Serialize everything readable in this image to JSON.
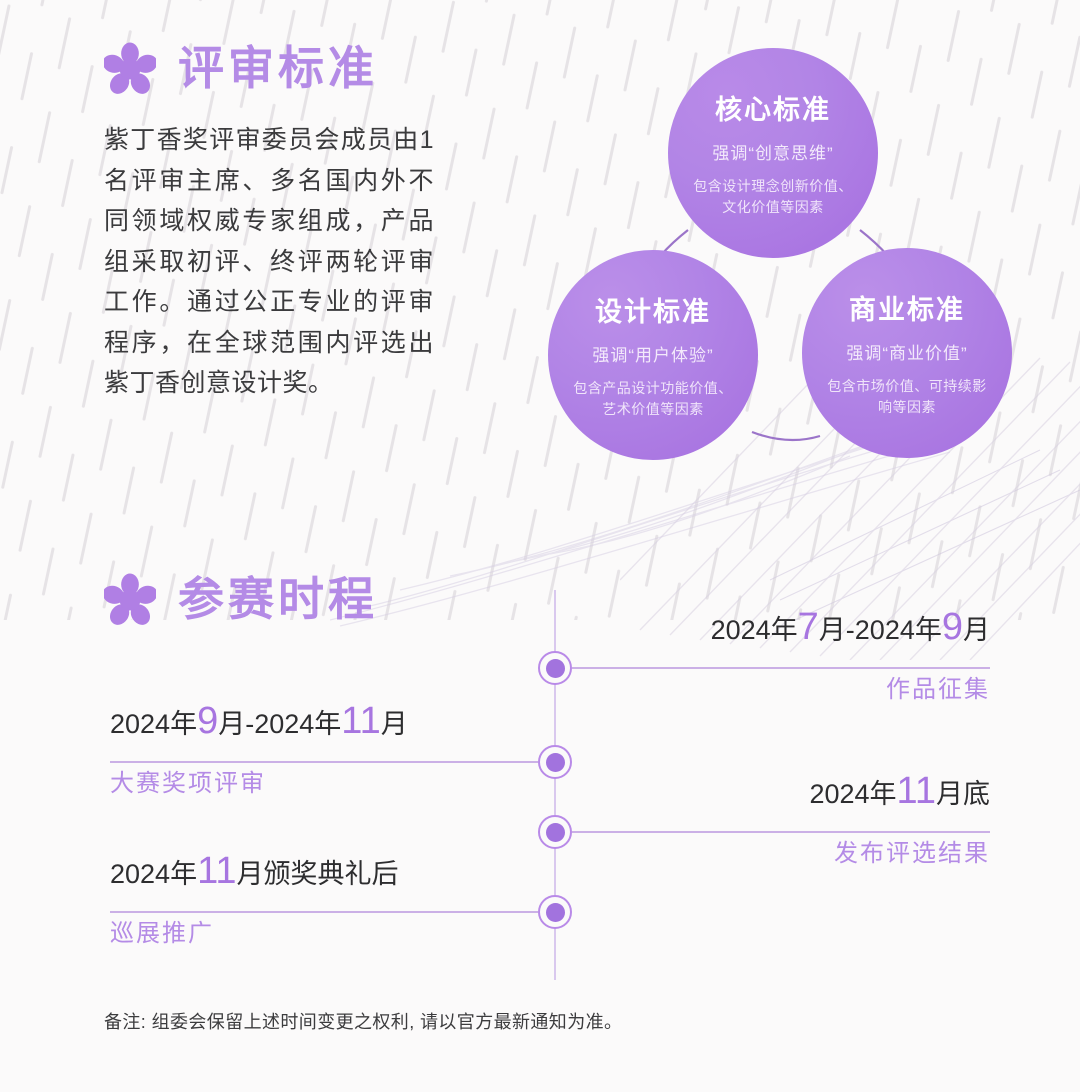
{
  "page": {
    "background_color": "#fbfafa",
    "accent_purple": "#b48be6",
    "deep_purple": "#a273de",
    "text_color": "#3b3b3d"
  },
  "sections": {
    "criteria": {
      "icon": "flower-icon",
      "title": "评审标准",
      "paragraph": "紫丁香奖评审委员会成员由1名评审主席、多名国内外不同领域权威专家组成，产品组采取初评、终评两轮评审工作。通过公正专业的评审程序，在全球范围内评选出紫丁香创意设计奖。"
    },
    "schedule": {
      "icon": "flower-icon",
      "title": "参赛时程"
    }
  },
  "criteria_circles": [
    {
      "id": "core",
      "title": "核心标准",
      "subtitle": "强调“创意思维”",
      "description": "包含设计理念创新价值、文化价值等因素"
    },
    {
      "id": "design",
      "title": "设计标准",
      "subtitle": "强调“用户体验”",
      "description": "包含产品设计功能价值、艺术价值等因素"
    },
    {
      "id": "business",
      "title": "商业标准",
      "subtitle": "强调“商业价值”",
      "description": "包含市场价值、可持续影响等因素"
    }
  ],
  "timeline": [
    {
      "side": "right",
      "date_prefix": "2024年",
      "date_num1": "7",
      "date_mid": "月-2024年",
      "date_num2": "9",
      "date_suffix": "月",
      "label": "作品征集"
    },
    {
      "side": "left",
      "date_prefix": "2024年",
      "date_num1": "9",
      "date_mid": "月-2024年",
      "date_num2": "11",
      "date_suffix": "月",
      "label": "大赛奖项评审"
    },
    {
      "side": "right",
      "date_prefix": "2024年",
      "date_num1": "11",
      "date_mid": "",
      "date_num2": "",
      "date_suffix": "月底",
      "label": "发布评选结果"
    },
    {
      "side": "left",
      "date_prefix": "2024年",
      "date_num1": "11",
      "date_mid": "",
      "date_num2": "",
      "date_suffix": "月颁奖典礼后",
      "label": "巡展推广"
    }
  ],
  "footnote": "备注: 组委会保留上述时间变更之权利, 请以官方最新通知为准。"
}
